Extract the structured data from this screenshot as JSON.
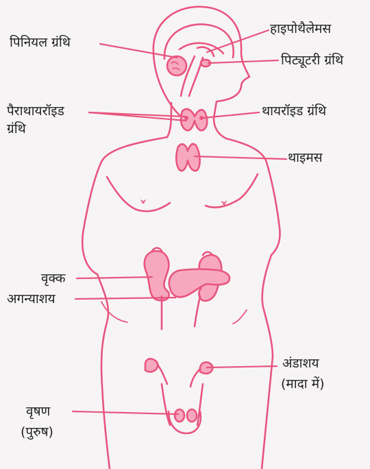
{
  "colors": {
    "line": "#e8557f",
    "fill": "#f7a8bf",
    "text": "#222222",
    "background": "#f7f4f6"
  },
  "labels": {
    "pineal": "पिनियल ग्रंथि",
    "hypothalamus": "हाइपोथैलेमस",
    "pituitary": "पिट्यूटरी ग्रंथि",
    "parathyroid_line1": "पैराथायरॉइड",
    "parathyroid_line2": "ग्रंथि",
    "thyroid": "थायरॉइड ग्रंथि",
    "thymus": "थाइमस",
    "kidney": "वृक्क",
    "pancreas": "अगन्याशय",
    "ovary_line1": "अंडाशय",
    "ovary_line2": "(मादा में)",
    "testis_line1": "वृषण",
    "testis_line2": "(पुरुष)"
  }
}
